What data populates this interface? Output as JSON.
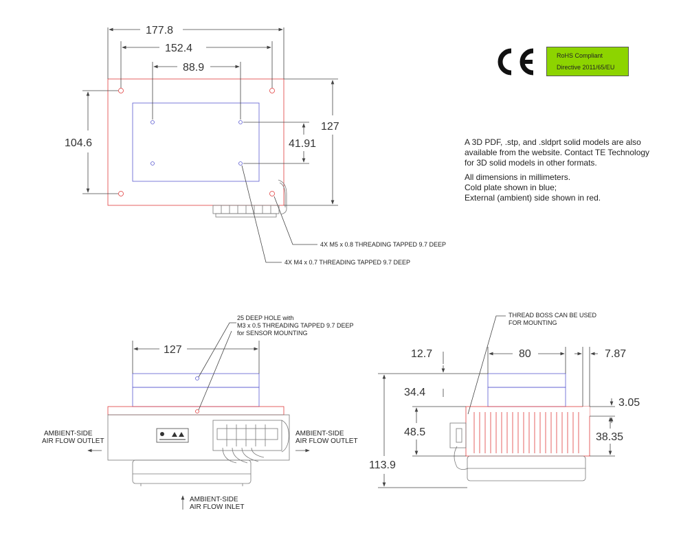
{
  "top_view": {
    "dims": {
      "width_outer": "177.8",
      "width_holes_m5": "152.4",
      "width_holes_m4": "88.9",
      "height_holes_m5": "104.6",
      "height_outer": "127",
      "height_holes_m4": "41.91"
    },
    "callouts": {
      "m5": "4X M5 x 0.8 THREADING TAPPED 9.7 DEEP",
      "m4": "4X M4 x 0.7 THREADING TAPPED 9.7 DEEP"
    }
  },
  "certification": {
    "rohs_line1": "RoHS Compliant",
    "rohs_line2": "Directive 2011/65/EU"
  },
  "notes": {
    "models_text": "A 3D PDF, .stp, and .sldprt solid models are also available from the website. Contact TE Technology for 3D solid models in other formats.",
    "units_line": "All dimensions in millimeters.",
    "cold_line": "Cold plate shown in blue;",
    "hot_line": "External (ambient) side shown in red."
  },
  "front_view": {
    "dim_width": "127",
    "sensor_note_1": "25 DEEP HOLE with",
    "sensor_note_2": "M3 x 0.5 THREADING TAPPED 9.7 DEEP",
    "sensor_note_3": "for SENSOR MOUNTING",
    "outlet_left_1": "AMBIENT-SIDE",
    "outlet_left_2": "AIR FLOW OUTLET",
    "outlet_right_1": "AMBIENT-SIDE",
    "outlet_right_2": "AIR FLOW OUTLET",
    "inlet_1": "AMBIENT-SIDE",
    "inlet_2": "AIR FLOW INLET"
  },
  "side_view": {
    "boss_note_1": "THREAD BOSS CAN BE USED",
    "boss_note_2": "FOR MOUNTING",
    "dims": {
      "d_12_7": "12.7",
      "d_80": "80",
      "d_7_87": "7.87",
      "d_34_4": "34.4",
      "d_3_05": "3.05",
      "d_48_5": "48.5",
      "d_38_35": "38.35",
      "d_113_9": "113.9"
    }
  },
  "colors": {
    "cold_plate": "#5a5ad0",
    "ambient_side": "#e03a3a",
    "rohs_badge": "#8dd400"
  }
}
